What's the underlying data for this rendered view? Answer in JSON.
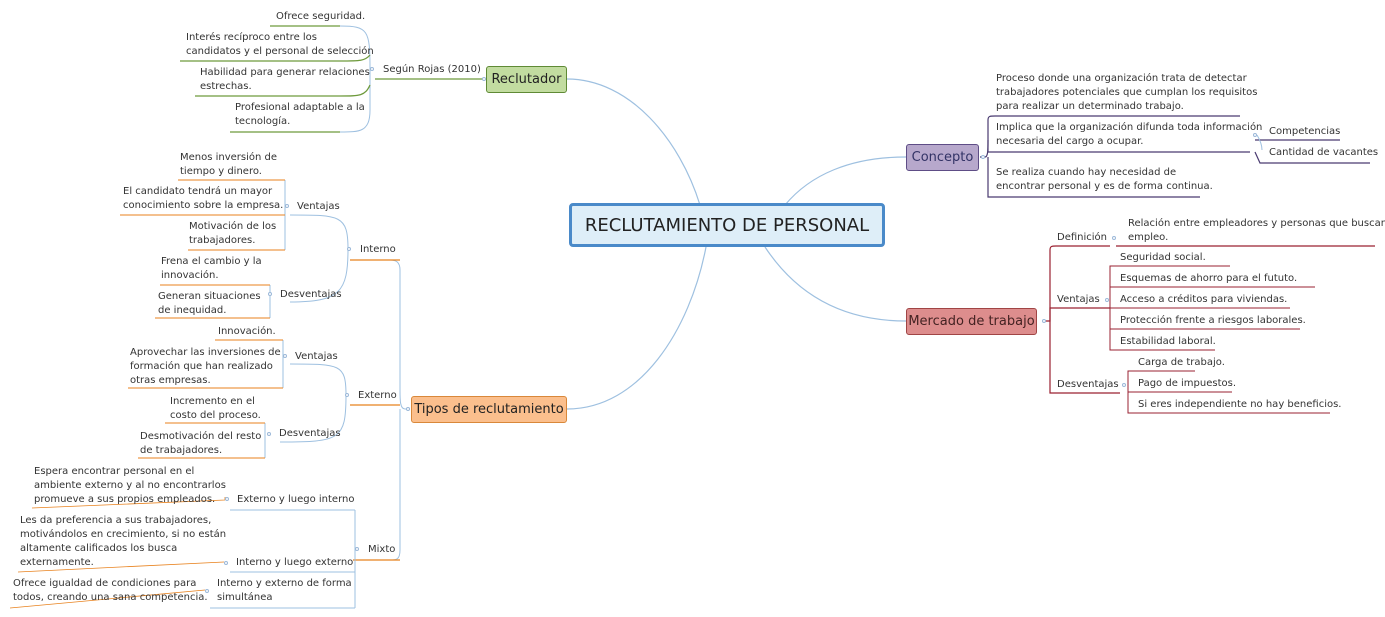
{
  "center": "RECLUTAMIENTO DE PERSONAL",
  "reclutador": {
    "title": "Reclutador",
    "segun": "Según Rojas (2010)",
    "items": [
      "Ofrece seguridad.",
      "Interés recíproco entre los\ncandidatos y el personal de selección",
      "Habilidad para generar relaciones\nestrechas.",
      "Profesional adaptable a la\ntecnología."
    ]
  },
  "tipos": {
    "title": "Tipos de reclutamiento",
    "interno": {
      "label": "Interno",
      "ventajas_label": "Ventajas",
      "ventajas": [
        "Menos inversión de\ntiempo y dinero.",
        "El candidato tendrá un mayor\nconocimiento sobre la empresa.",
        "Motivación de los\ntrabajadores."
      ],
      "desventajas_label": "Desventajas",
      "desventajas": [
        "Frena el cambio y la\ninnovación.",
        "Generan situaciones\nde inequidad."
      ]
    },
    "externo": {
      "label": "Externo",
      "ventajas_label": "Ventajas",
      "ventajas": [
        "Innovación.",
        "Aprovechar las inversiones de\nformación que han realizado\notras empresas."
      ],
      "desventajas_label": "Desventajas",
      "desventajas": [
        "Incremento en el\ncosto del proceso.",
        "Desmotivación del resto\nde trabajadores."
      ]
    },
    "mixto": {
      "label": "Mixto",
      "sub": [
        {
          "label": "Externo y luego interno",
          "desc": "Espera encontrar personal en el\nambiente externo y al no encontrarlos\npromueve a sus propios empleados."
        },
        {
          "label": "Interno y luego externo",
          "desc": "Les da preferencia a sus trabajadores,\nmotivándolos en crecimiento, si no están\naltamente calificados los busca\nexternamente."
        },
        {
          "label": "Interno y externo de forma\nsimultánea",
          "desc": "Ofrece igualdad de condiciones para\ntodos, creando una sana competencia."
        }
      ]
    }
  },
  "concepto": {
    "title": "Concepto",
    "items": [
      "Proceso donde una organización trata de detectar\ntrabajadores potenciales que cumplan los requisitos\npara realizar un determinado trabajo.",
      "Implica que la organización difunda toda información\nnecesaria del cargo a ocupar.",
      "Se realiza cuando hay necesidad de\nencontrar personal y es de forma continua."
    ],
    "sub": [
      "Competencias",
      "Cantidad de vacantes"
    ]
  },
  "mercado": {
    "title": "Mercado de trabajo",
    "definicion_label": "Definición",
    "definicion": "Relación entre empleadores y personas que buscan\nempleo.",
    "ventajas_label": "Ventajas",
    "ventajas": [
      "Seguridad social.",
      "Esquemas de ahorro para el fututo.",
      "Acceso a créditos para viviendas.",
      "Protección frente a riesgos laborales.",
      "Estabilidad laboral."
    ],
    "desventajas_label": "Desventajas",
    "desventajas": [
      "Carga de trabajo.",
      "Pago de impuestos.",
      "Si eres independiente no hay beneficios."
    ]
  },
  "colors": {
    "wire": "#9ec0e0",
    "green": "#6e9a3c",
    "orange": "#e8821e",
    "purple": "#4a3a70",
    "red": "#9a2030"
  }
}
